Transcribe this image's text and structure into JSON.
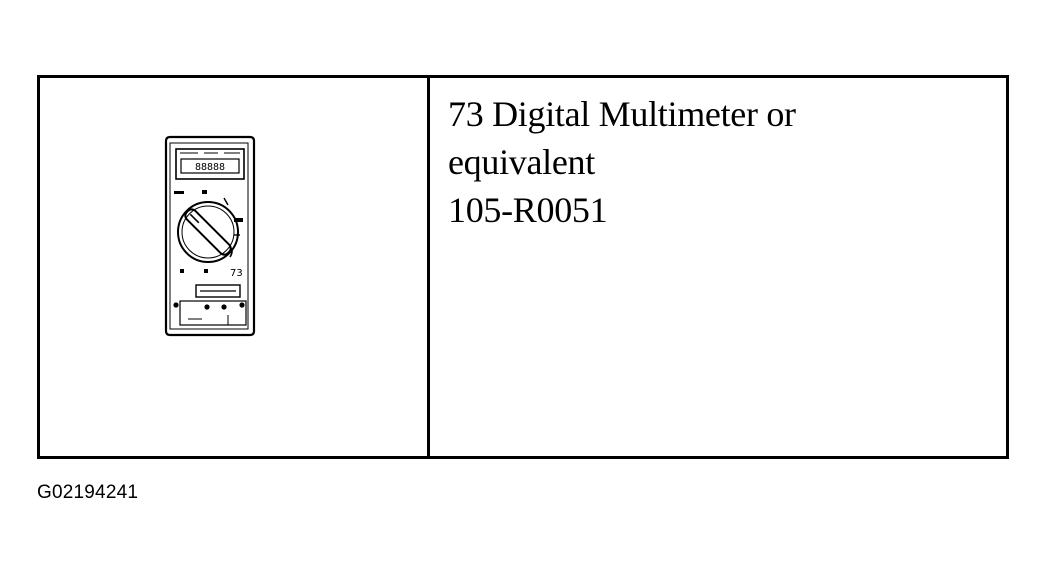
{
  "tool": {
    "description_lines": [
      "73 Digital Multimeter or",
      "equivalent",
      "105-R0051"
    ],
    "display_reading": "88888",
    "model_marking": "73",
    "illustration_icon": "digital-multimeter-icon"
  },
  "figure_id": "G02194241",
  "colors": {
    "line": "#000000",
    "background": "#ffffff"
  }
}
